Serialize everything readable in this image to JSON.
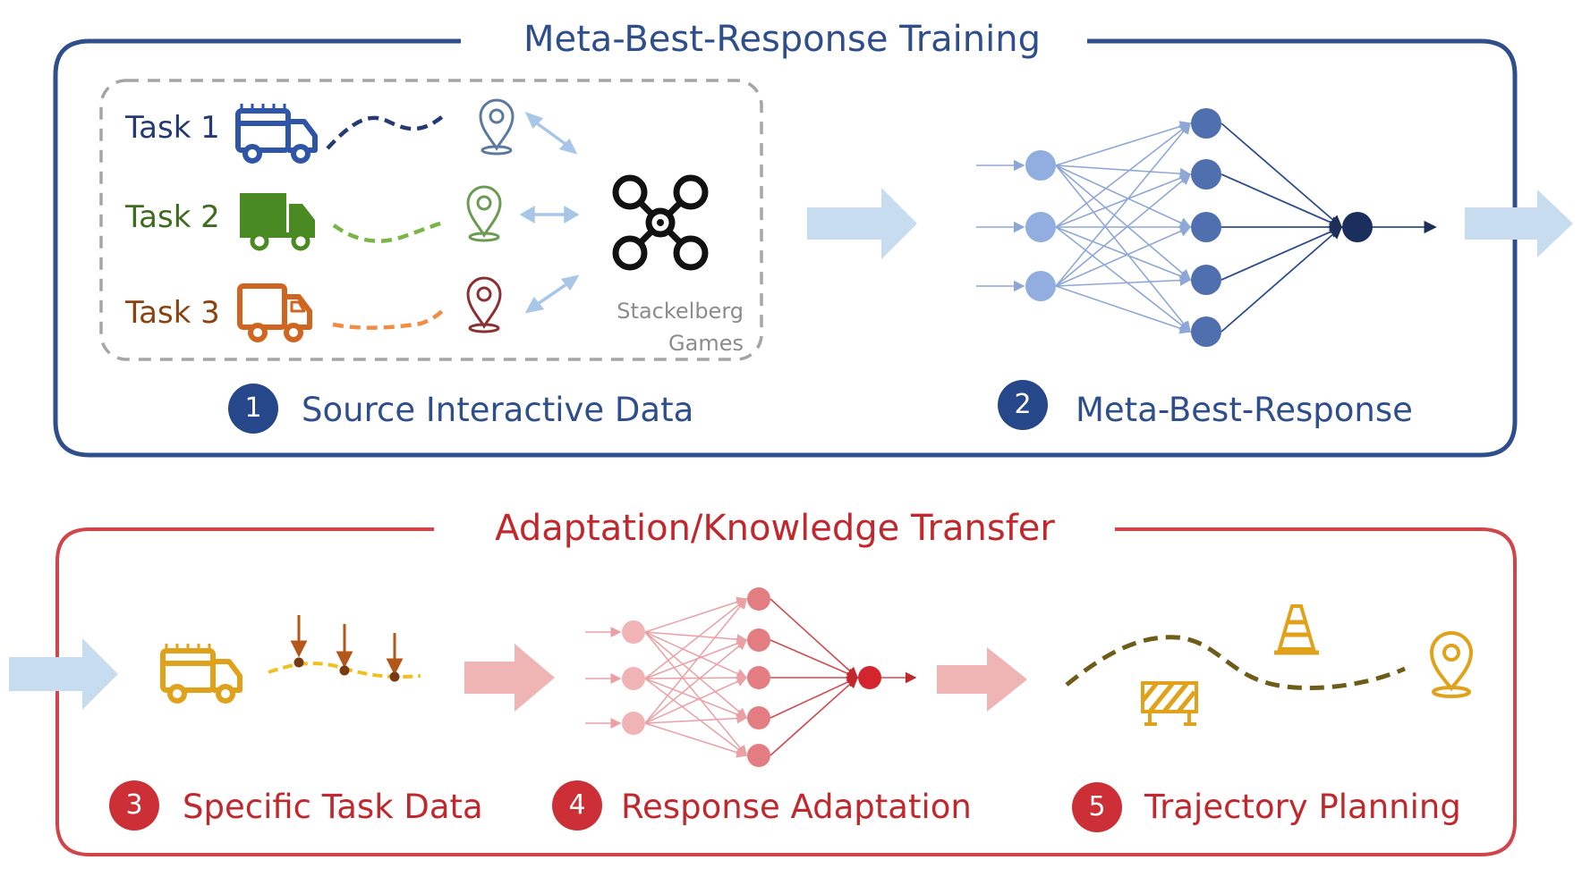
{
  "training": {
    "title": "Meta-Best-Response Training",
    "tasks": [
      {
        "label": "Task 1",
        "color": "#2f55a8"
      },
      {
        "label": "Task 2",
        "color": "#3f7a1f"
      },
      {
        "label": "Task 3",
        "color": "#d0651f"
      }
    ],
    "games_label_line1": "Stackelberg",
    "games_label_line2": "Games",
    "step1": {
      "number": "1",
      "label": "Source Interactive Data"
    },
    "step2": {
      "number": "2",
      "label": "Meta-Best-Response"
    }
  },
  "adaptation": {
    "title": "Adaptation/Knowledge Transfer",
    "step3": {
      "number": "3",
      "label": "Specific Task Data"
    },
    "step4": {
      "number": "4",
      "label": "Response Adaptation"
    },
    "step5": {
      "number": "5",
      "label": "Trajectory Planning"
    }
  },
  "colors": {
    "blue_frame": "#2f4e8c",
    "red_frame": "#d0454a",
    "flow_arrow_blue": "#c8dcef",
    "flow_arrow_red": "#efb4b4",
    "accent_gold": "#e0a21a"
  },
  "icons": [
    "food-truck-icon",
    "cargo-truck-icon",
    "delivery-truck-icon",
    "location-pin-icon",
    "drone-icon",
    "traffic-cone-icon",
    "road-barrier-icon",
    "neural-network-icon"
  ]
}
